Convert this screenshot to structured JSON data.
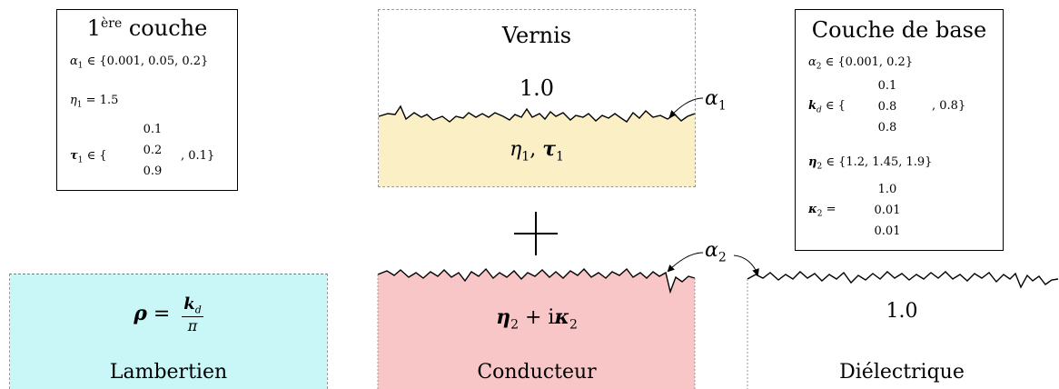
{
  "first_layer": {
    "title_main": "1",
    "title_sup": "ère",
    "title_rest": " couche",
    "alpha_label": "α",
    "alpha_sub": "1",
    "alpha_set": " ∈ {0.001, 0.05, 0.2}",
    "eta_label": "η",
    "eta_sub": "1",
    "eta_value": " = 1.5",
    "tau_label": "τ",
    "tau_sub": "1",
    "tau_in": " ∈ {",
    "tau_vector": [
      "0.1",
      "0.2",
      "0.9"
    ],
    "tau_tail": ", 0.1}"
  },
  "varnish": {
    "title": "Vernis",
    "ior": "1.0",
    "layer_label": "η",
    "layer_sub1": "1",
    "layer_sep": ", ",
    "layer_tau": "τ",
    "layer_sub2": "1",
    "roughness_label": "α",
    "roughness_sub": "1",
    "fill_color": "#fbefc6"
  },
  "plus_symbol": "+",
  "base_layer": {
    "title": "Couche de base",
    "alpha_label": "α",
    "alpha_sub": "2",
    "alpha_set": " ∈ {0.001, 0.2}",
    "kd_label": "k",
    "kd_sub": "d",
    "kd_in": " ∈ {",
    "kd_vector": [
      "0.1",
      "0.8",
      "0.8"
    ],
    "kd_tail": ", 0.8}",
    "eta_label": "η",
    "eta_sub": "2",
    "eta_set": " ∈ {1.2, 1.45, 1.9}",
    "kappa_label": "κ",
    "kappa_sub": "2",
    "kappa_eq": " =",
    "kappa_vector": [
      "1.0",
      "0.01",
      "0.01"
    ]
  },
  "lambertian": {
    "rho": "ρ",
    "eq": " = ",
    "kd": "k",
    "kd_sub": "d",
    "pi": "π",
    "caption": "Lambertien",
    "fill_color": "#c9f6f6"
  },
  "conductor": {
    "formula_eta": "η",
    "formula_sub1": "2",
    "formula_plus": " + i",
    "formula_kappa": "κ",
    "formula_sub2": "2",
    "caption": "Conducteur",
    "fill_color": "#f8c6c6"
  },
  "roughness_label_2": "α",
  "roughness_sub_2": "2",
  "dielectric": {
    "ior": "1.0",
    "caption": "Diélectrique"
  }
}
